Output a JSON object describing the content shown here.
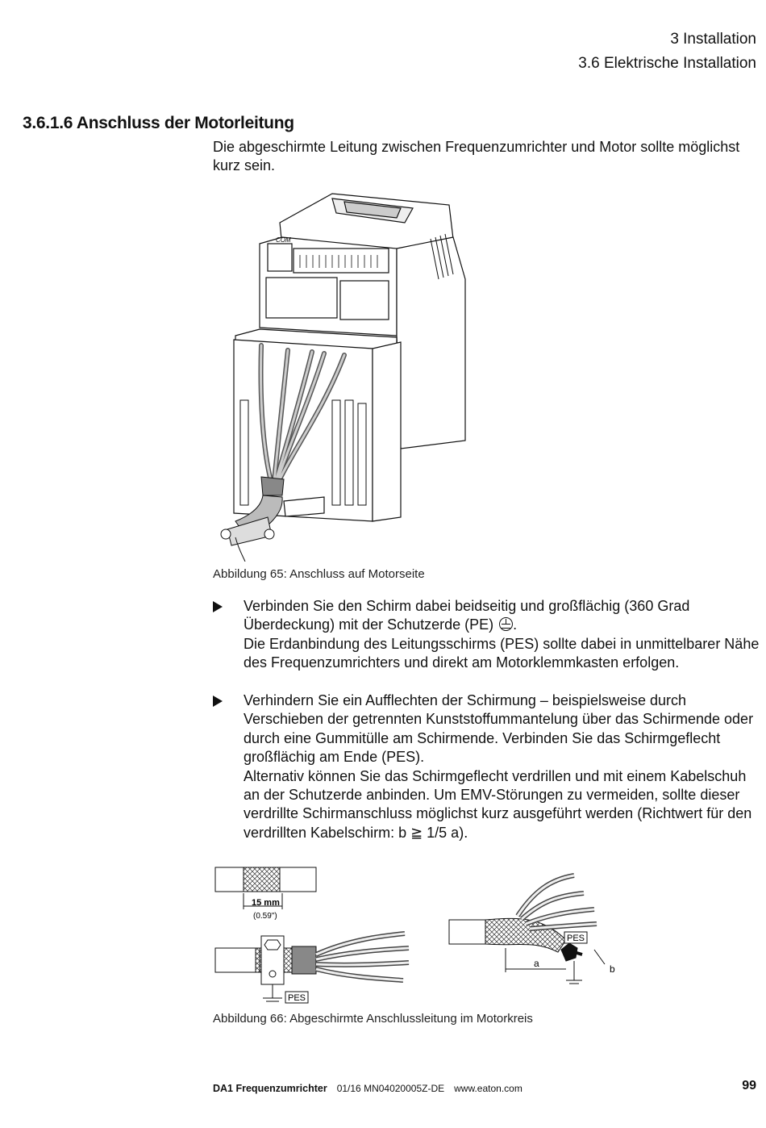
{
  "header": {
    "chapter": "3 Installation",
    "section": "3.6 Elektrische Installation"
  },
  "section_title": "3.6.1.6 Anschluss der Motorleitung",
  "intro_text": "Die abgeschirmte Leitung zwischen Frequenzumrichter und Motor sollte möglichst kurz sein.",
  "figure65": {
    "caption": "Abbildung 65: Anschluss auf Motorseite",
    "labels": {
      "com": "COM"
    }
  },
  "bullets": [
    {
      "line1": "Verbinden Sie den Schirm dabei beidseitig und großflächig (360 Grad Überdeckung) mit der Schutzerde (PE)",
      "line1_end": ".",
      "para2": "Die Erdanbindung des Leitungsschirms (PES) sollte dabei in unmittelbarer Nähe des Frequenzumrichters und direkt am Motorklemmkasten erfolgen."
    },
    {
      "para1": "Verhindern Sie ein Aufflechten der Schirmung – beispielsweise durch Verschieben der getrennten Kunststoffummantelung über das Schirmende oder durch eine Gummitülle am Schirmende. Verbinden Sie das Schirmgeflecht großflächig am Ende (PES).",
      "para2": "Alternativ können Sie das Schirmgeflecht verdrillen und mit einem Kabelschuh an der Schutzerde anbinden. Um EMV-Störungen zu vermeiden, sollte dieser verdrillte Schirmanschluss möglichst kurz ausgeführt werden (Richtwert für den verdrillten Kabelschirm: b ≧ 1/5 a)."
    }
  ],
  "figure66": {
    "caption": "Abbildung 66: Abgeschirmte Anschlussleitung im Motorkreis",
    "dim_mm": "15 mm",
    "dim_in": "(0.59\")",
    "pes_left": "PES",
    "pes_right": "PES",
    "label_a": "a",
    "label_b": "b"
  },
  "footer": {
    "product": "DA1 Frequenzumrichter",
    "date": "01/16 MN04020005Z-DE",
    "url": "www.eaton.com",
    "page": "99"
  }
}
